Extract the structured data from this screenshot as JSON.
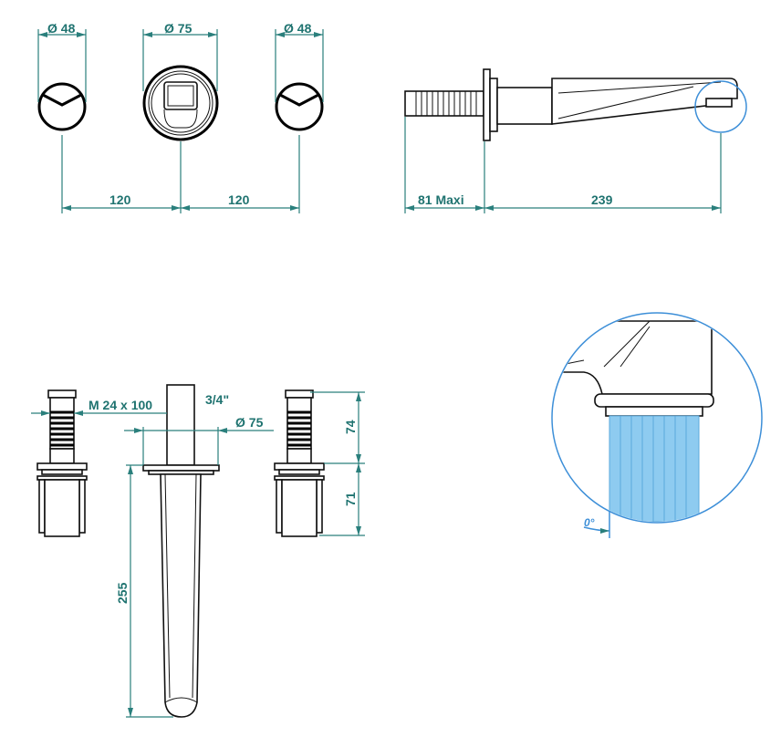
{
  "top_view": {
    "left_knob_diameter": "Ø 48",
    "spout_diameter": "Ø 75",
    "right_knob_diameter": "Ø 48",
    "spacing_left": "120",
    "spacing_right": "120"
  },
  "side_view": {
    "wall_depth": "81  Maxi",
    "projection": "239"
  },
  "front_view": {
    "thread_spec": "M  24  x 100",
    "connection": "3/4\"",
    "flange_diameter": "Ø 75",
    "valve_upper_height": "74",
    "valve_lower_height": "71",
    "spout_length": "255"
  },
  "detail": {
    "flow_angle": "0°"
  },
  "colors": {
    "dimension": "#2a7f7c",
    "water": "#8ecbf0",
    "detail_circle": "#3d8fd8"
  }
}
